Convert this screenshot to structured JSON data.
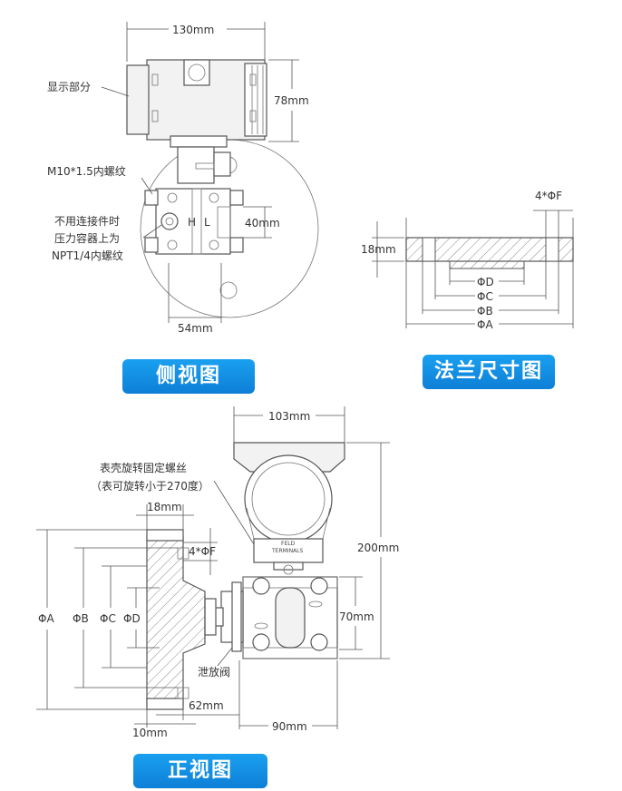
{
  "side_view": {
    "dim_width": "130mm",
    "dim_height": "78mm",
    "label_display": "显示部分",
    "label_thread": "M10*1.5内螺纹",
    "label_note_1": "不用连接件时",
    "label_note_2": "压力容器上为",
    "label_note_3": "NPT1/4内螺纹",
    "label_h": "H",
    "label_l": "L",
    "dim_port_spacing": "40mm",
    "dim_bottom": "54mm",
    "title": "侧视图"
  },
  "flange_view": {
    "dim_hole": "4*ΦF",
    "dim_thickness": "18mm",
    "dim_d": "ΦD",
    "dim_c": "ΦC",
    "dim_b": "ΦB",
    "dim_a": "ΦA",
    "title": "法兰尺寸图"
  },
  "front_view": {
    "dim_width": "103mm",
    "label_rotate_1": "表壳旋转固定螺丝",
    "label_rotate_2": "（表可旋转小于270度）",
    "dim_flange_thick": "18mm",
    "dim_hole": "4*ΦF",
    "nameplate_1": "FELD",
    "nameplate_2": "TERMINALS",
    "dim_height": "200mm",
    "dim_a": "ΦA",
    "dim_b": "ΦB",
    "dim_c": "ΦC",
    "dim_d": "ΦD",
    "dim_body": "70mm",
    "label_vent": "泄放阀",
    "dim_62": "62mm",
    "dim_10": "10mm",
    "dim_90": "90mm",
    "title": "正视图"
  }
}
